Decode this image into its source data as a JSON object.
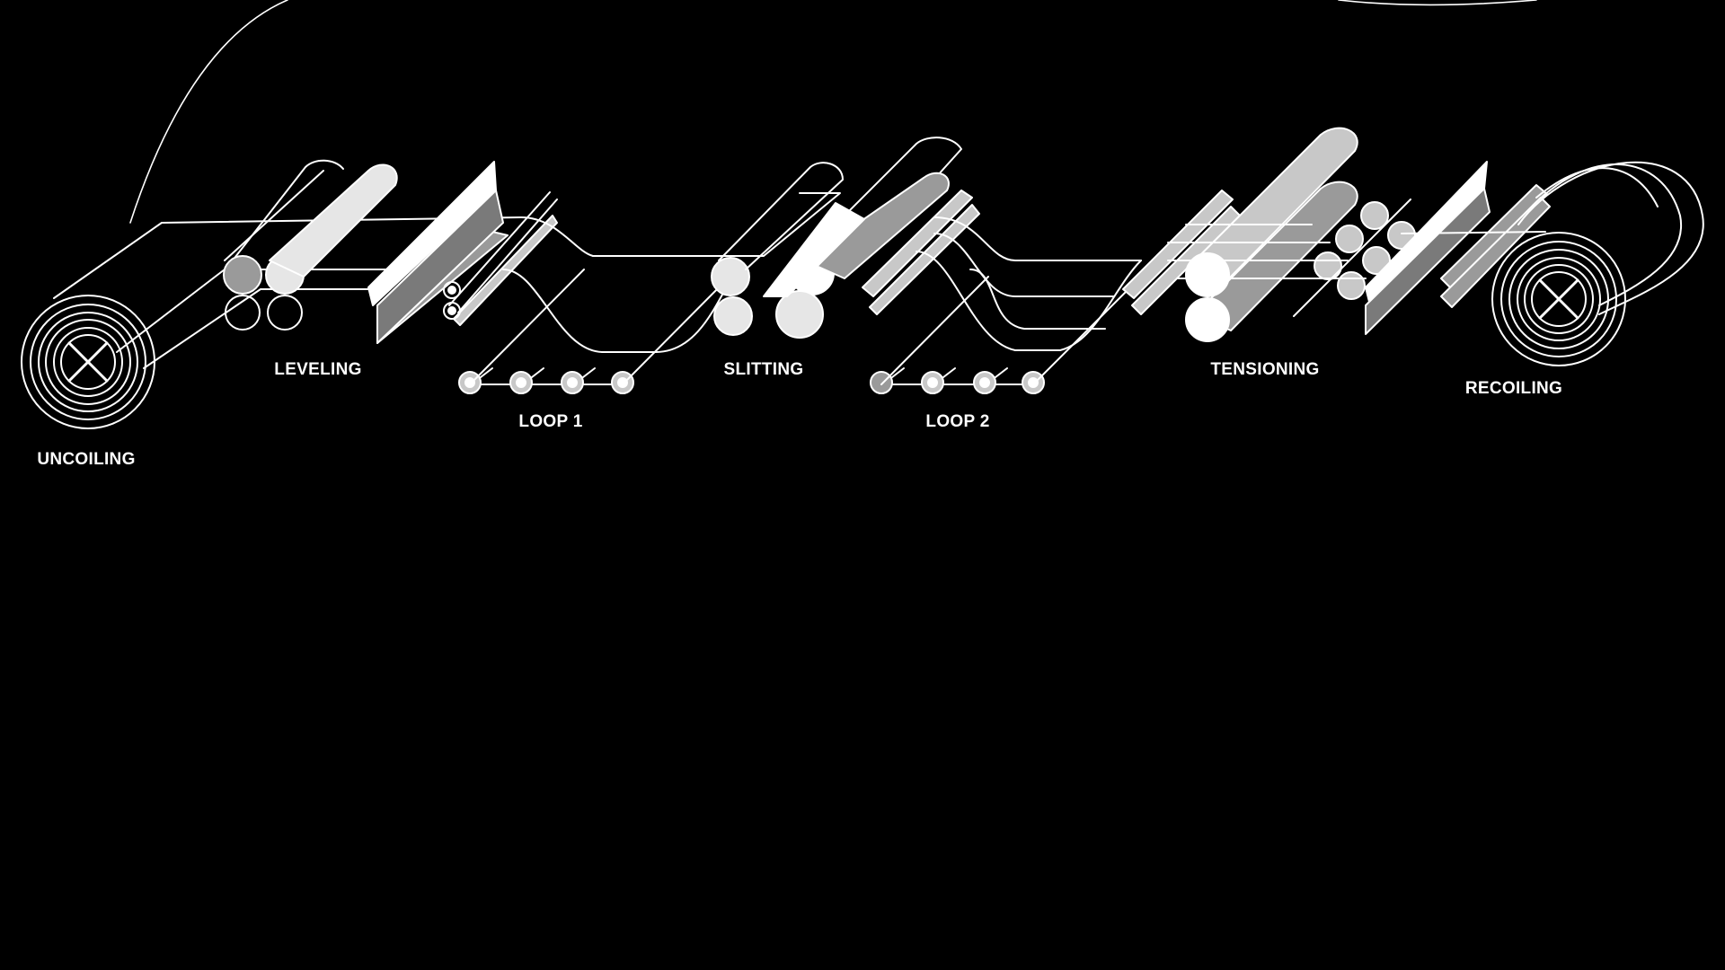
{
  "diagram": {
    "background_color": "#000000",
    "line_color": "#ffffff",
    "fill_light": "#e6e6e6",
    "fill_mid": "#c8c8c8",
    "fill_dark": "#9a9a9a",
    "stages": [
      {
        "id": "uncoiling",
        "label": "UNCOILING"
      },
      {
        "id": "leveling",
        "label": "LEVELING"
      },
      {
        "id": "loop1",
        "label": "LOOP 1"
      },
      {
        "id": "slitting",
        "label": "SLITTING"
      },
      {
        "id": "loop2",
        "label": "LOOP 2"
      },
      {
        "id": "tensioning",
        "label": "TENSIONING"
      },
      {
        "id": "recoiling",
        "label": "RECOILING"
      }
    ]
  }
}
